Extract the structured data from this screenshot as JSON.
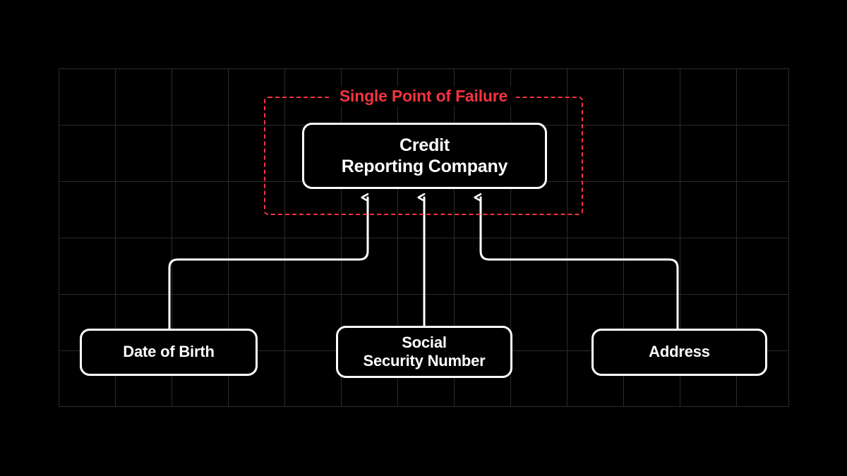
{
  "canvas": {
    "background_color": "#000000",
    "grid_color": "#2b2b2b",
    "node_stroke_color": "#ffffff",
    "accent_color": "#f5333f"
  },
  "annotation": {
    "failure_label": "Single Point of Failure",
    "boundary_style": "dashed",
    "boundary_color": "#f5333f"
  },
  "diagram": {
    "type": "flow",
    "direction": "bottom-to-top",
    "central_node": {
      "id": "credit-reporting-company",
      "label": "Credit\nReporting Company"
    },
    "source_nodes": [
      {
        "id": "date-of-birth",
        "label": "Date of Birth"
      },
      {
        "id": "social-security-number",
        "label": "Social\nSecurity Number"
      },
      {
        "id": "address",
        "label": "Address"
      }
    ],
    "connections": [
      {
        "from": "date-of-birth",
        "to": "credit-reporting-company",
        "style": "orthogonal",
        "arrow": "up"
      },
      {
        "from": "social-security-number",
        "to": "credit-reporting-company",
        "style": "straight",
        "arrow": "up"
      },
      {
        "from": "address",
        "to": "credit-reporting-company",
        "style": "orthogonal",
        "arrow": "up"
      }
    ]
  }
}
